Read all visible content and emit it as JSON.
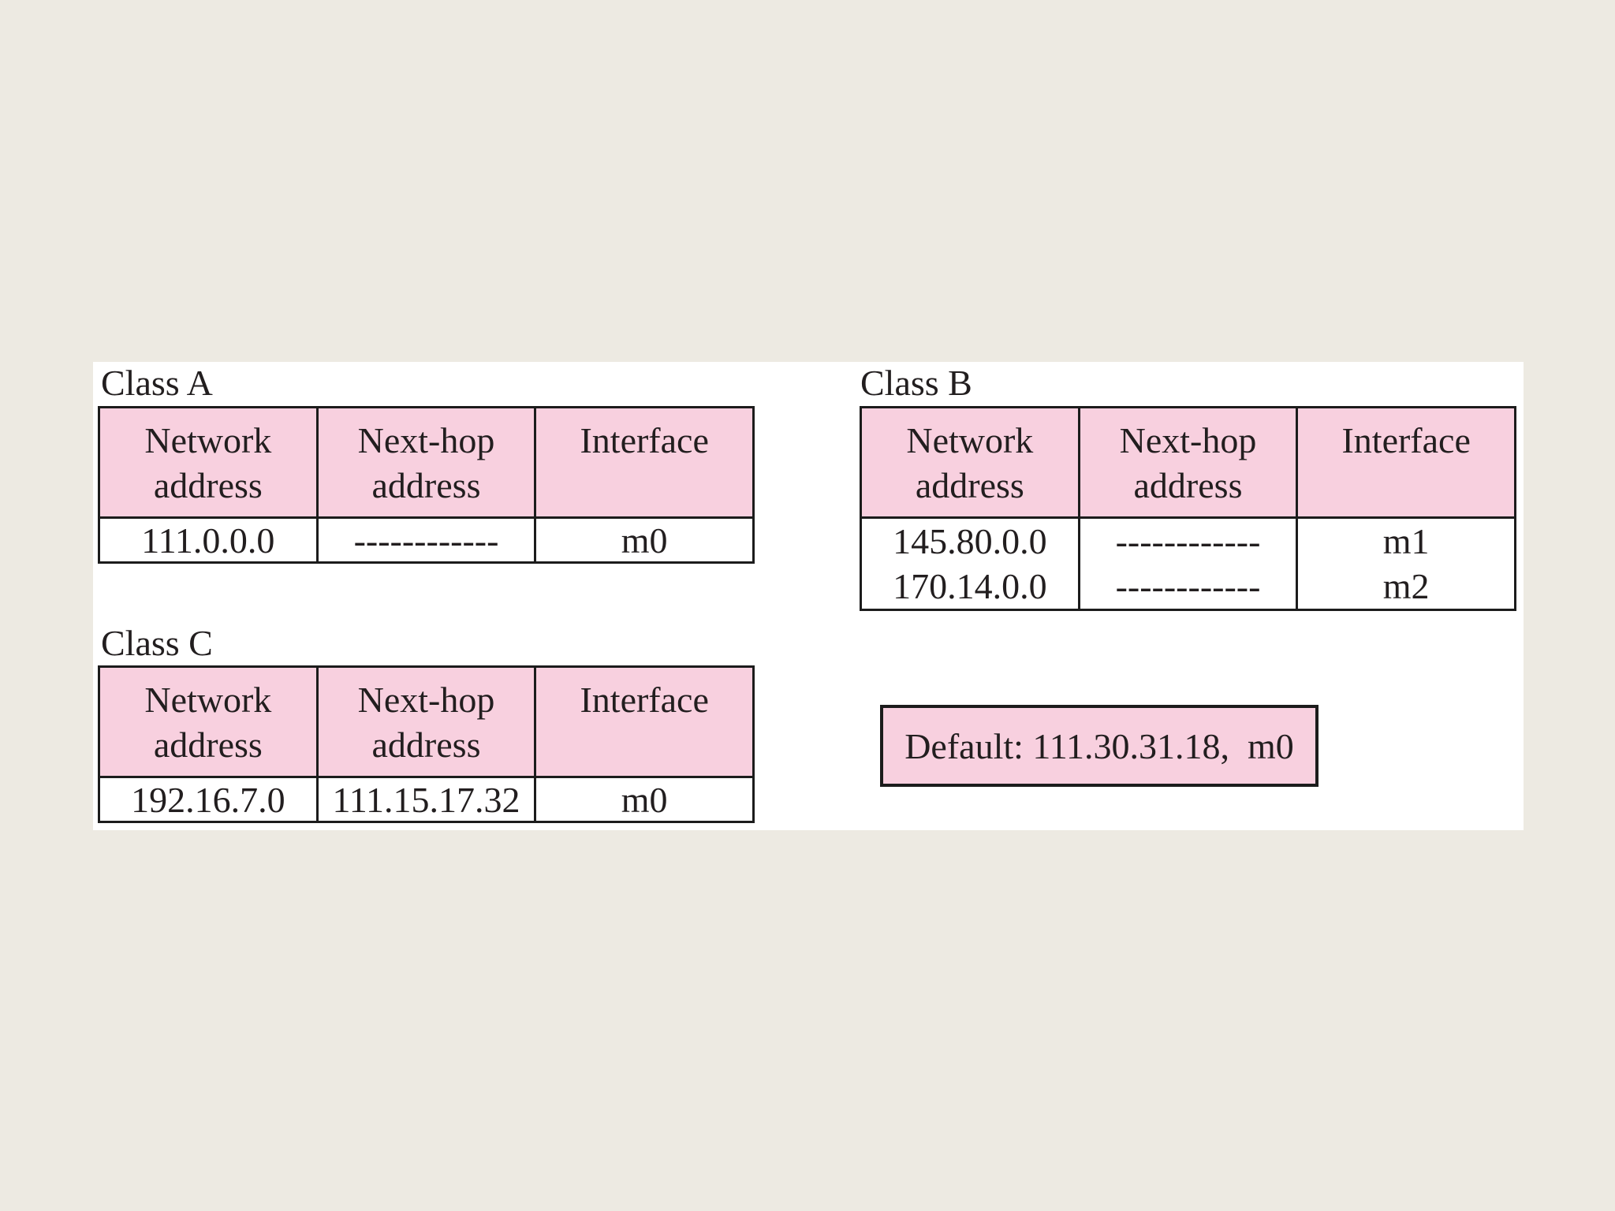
{
  "figure": {
    "description": "Routing tables with next-hop method for classful addressing",
    "colors": {
      "page_background": "#EDEAE2",
      "panel_background": "#FFFFFF",
      "header_pink": "#F8D0DF",
      "border_dark": "#1C1C1C",
      "text": "#221E1F"
    }
  },
  "tables": {
    "class_a": {
      "title": "Class A",
      "headers": [
        "Network\naddress",
        "Next-hop\naddress",
        "Interface"
      ],
      "rows": [
        [
          "111.0.0.0",
          "------------",
          "m0"
        ]
      ]
    },
    "class_b": {
      "title": "Class B",
      "headers": [
        "Network\naddress",
        "Next-hop\naddress",
        "Interface"
      ],
      "rows": [
        [
          "145.80.0.0",
          "------------",
          "m1"
        ],
        [
          "170.14.0.0",
          "------------",
          "m2"
        ]
      ]
    },
    "class_c": {
      "title": "Class C",
      "headers": [
        "Network\naddress",
        "Next-hop\naddress",
        "Interface"
      ],
      "rows": [
        [
          "192.16.7.0",
          "111.15.17.32",
          "m0"
        ]
      ]
    }
  },
  "default_route": {
    "text": "Default: 111.30.31.18,  m0"
  }
}
